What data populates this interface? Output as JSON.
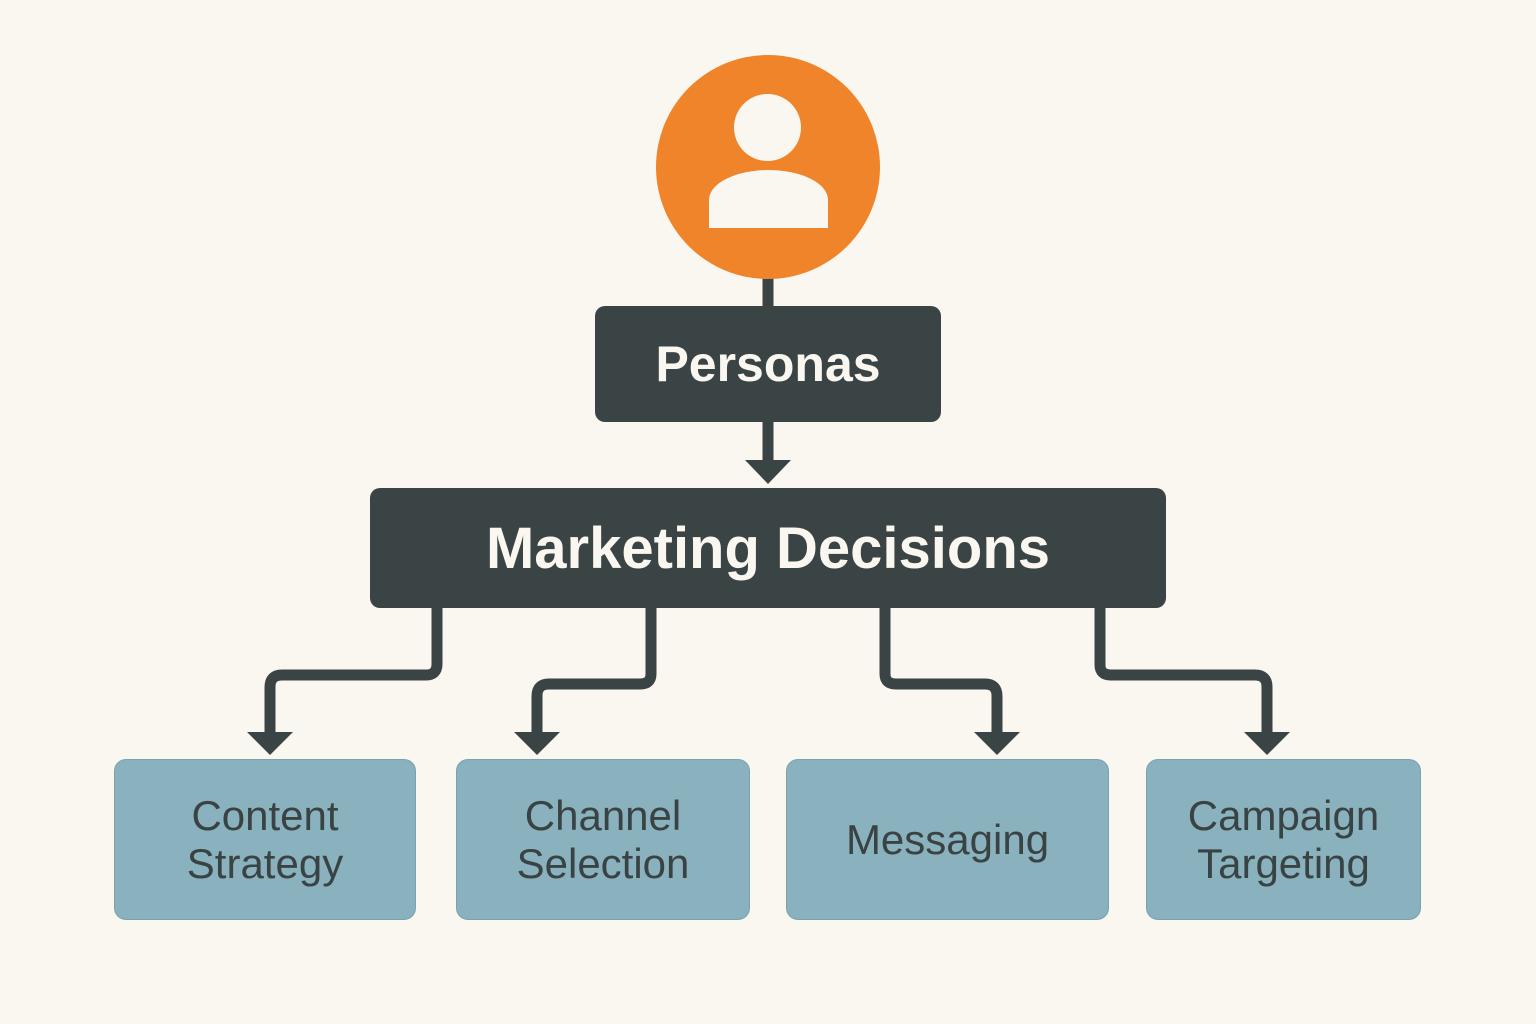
{
  "diagram": {
    "icon": "person-icon",
    "colors": {
      "background": "#faf7f1",
      "icon_circle": "#f0842a",
      "dark_box": "#3b4444",
      "leaf_box": "#8ab1be",
      "dark_text": "#faf7f1",
      "leaf_text": "#3a4343"
    },
    "root": {
      "label": "Personas"
    },
    "hub": {
      "label": "Marketing Decisions"
    },
    "leaves": [
      {
        "label": "Content\nStrategy"
      },
      {
        "label": "Channel\nSelection"
      },
      {
        "label": "Messaging"
      },
      {
        "label": "Campaign\nTargeting"
      }
    ],
    "edges": [
      {
        "from": "person-icon",
        "to": "Personas",
        "arrow": false
      },
      {
        "from": "Personas",
        "to": "Marketing Decisions",
        "arrow": true
      },
      {
        "from": "Marketing Decisions",
        "to": "Content Strategy",
        "arrow": true
      },
      {
        "from": "Marketing Decisions",
        "to": "Channel Selection",
        "arrow": true
      },
      {
        "from": "Marketing Decisions",
        "to": "Messaging",
        "arrow": true
      },
      {
        "from": "Marketing Decisions",
        "to": "Campaign Targeting",
        "arrow": true
      }
    ]
  }
}
